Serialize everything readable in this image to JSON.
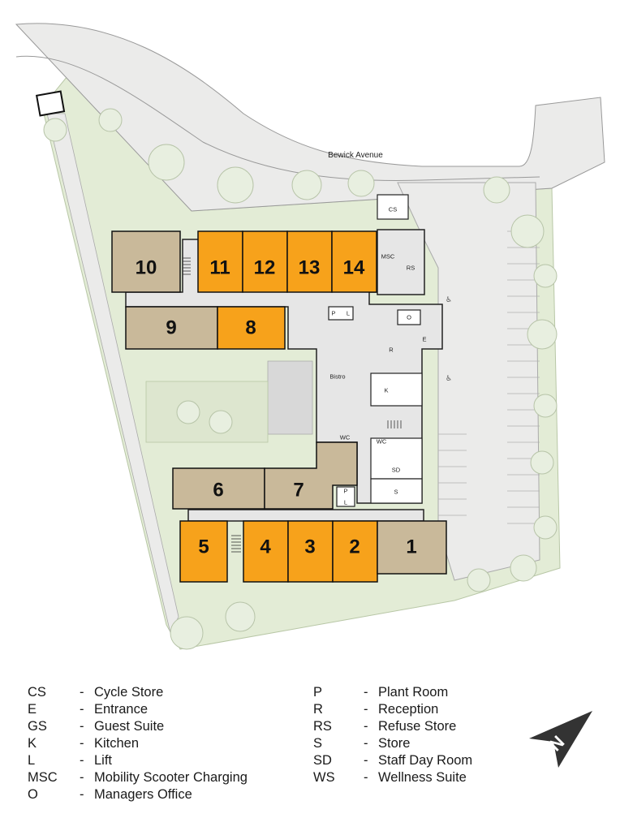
{
  "street_name": "Bewick Avenue",
  "units": [
    {
      "num": "1",
      "type": "guest"
    },
    {
      "num": "2",
      "type": "apartment"
    },
    {
      "num": "3",
      "type": "apartment"
    },
    {
      "num": "4",
      "type": "apartment"
    },
    {
      "num": "5",
      "type": "apartment"
    },
    {
      "num": "6",
      "type": "guest"
    },
    {
      "num": "7",
      "type": "guest"
    },
    {
      "num": "8",
      "type": "apartment"
    },
    {
      "num": "9",
      "type": "guest"
    },
    {
      "num": "10",
      "type": "guest"
    },
    {
      "num": "11",
      "type": "apartment"
    },
    {
      "num": "12",
      "type": "apartment"
    },
    {
      "num": "13",
      "type": "apartment"
    },
    {
      "num": "14",
      "type": "apartment"
    }
  ],
  "room_labels": {
    "cs": "CS",
    "msc": "MSC",
    "rs": "RS",
    "p": "P",
    "l": "L",
    "o": "O",
    "e": "E",
    "r": "R",
    "bistro": "Bistro",
    "k": "K",
    "wc": "WC",
    "sd": "SD",
    "s": "S"
  },
  "legend_left": [
    {
      "code": "CS",
      "dash": "-",
      "meaning": "Cycle Store"
    },
    {
      "code": "E",
      "dash": "-",
      "meaning": "Entrance"
    },
    {
      "code": "GS",
      "dash": "-",
      "meaning": "Guest Suite"
    },
    {
      "code": "K",
      "dash": "-",
      "meaning": "Kitchen"
    },
    {
      "code": "L",
      "dash": "-",
      "meaning": "Lift"
    },
    {
      "code": "MSC",
      "dash": "-",
      "meaning": "Mobility Scooter Charging"
    },
    {
      "code": "O",
      "dash": "-",
      "meaning": "Managers Office"
    }
  ],
  "legend_right": [
    {
      "code": "P",
      "dash": "-",
      "meaning": "Plant Room"
    },
    {
      "code": "R",
      "dash": "-",
      "meaning": "Reception"
    },
    {
      "code": "RS",
      "dash": "-",
      "meaning": "Refuse Store"
    },
    {
      "code": "S",
      "dash": "-",
      "meaning": "Store"
    },
    {
      "code": "SD",
      "dash": "-",
      "meaning": "Staff Day Room"
    },
    {
      "code": "WS",
      "dash": "-",
      "meaning": "Wellness Suite"
    }
  ],
  "north_letter": "N",
  "colors": {
    "apartment": "#f7a21b",
    "guest": "#c9b99a",
    "corridor": "#e6e6e6",
    "lawn": "#e3ecd6",
    "road": "#ebebea",
    "tree": "#e8efe0"
  }
}
